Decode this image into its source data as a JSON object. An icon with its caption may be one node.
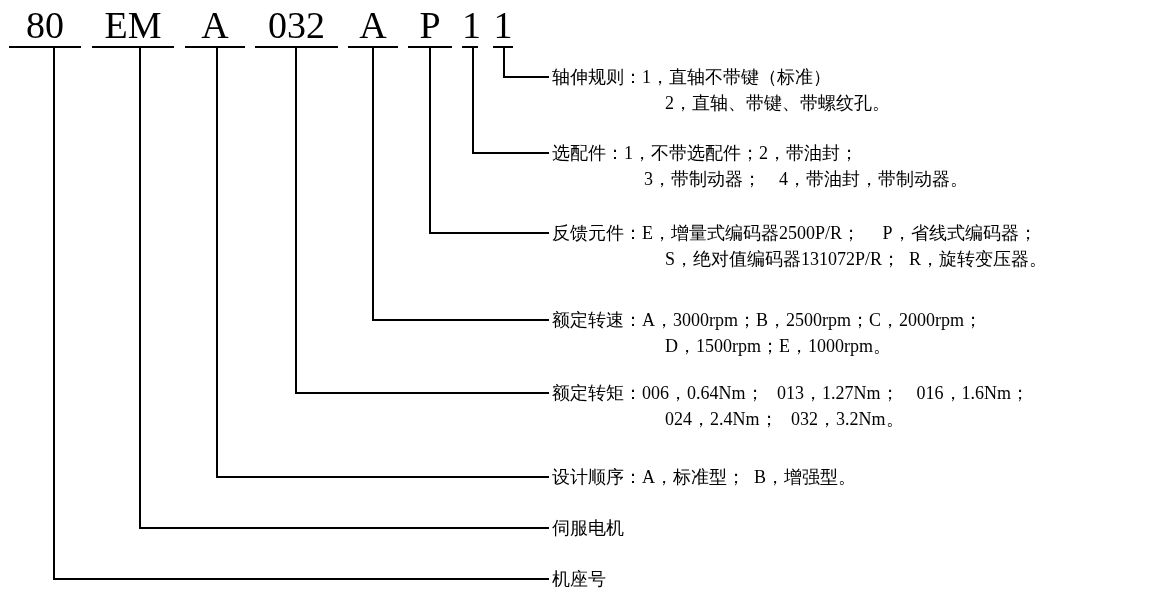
{
  "diagram": {
    "nodes": [
      {
        "text": [
          "80"
        ]
      },
      {
        "text": [
          "EM"
        ]
      },
      {
        "text": [
          "A"
        ]
      },
      {
        "text": [
          "032"
        ]
      },
      {
        "text": [
          "A"
        ]
      },
      {
        "text": [
          "P"
        ]
      },
      {
        "text": [
          "1"
        ]
      },
      {
        "text": [
          "1"
        ]
      },
      {
        "text": [
          "轴伸规则：1，直轴不带键（标准）",
          "2，直轴、带键、带螺纹孔。"
        ]
      },
      {
        "text": [
          "选配件：1，不带选配件；2，带油封；",
          "3，带制动器；    4，带油封，带制动器。"
        ]
      },
      {
        "text": [
          "反馈元件：E，增量式编码器2500P/R；     P，省线式编码器；",
          "S，绝对值编码器131072P/R；  R，旋转变压器。"
        ]
      },
      {
        "text": [
          "额定转速：A，3000rpm；B，2500rpm；C，2000rpm；",
          "D，1500rpm；E，1000rpm。"
        ]
      },
      {
        "text": [
          "额定转矩：006，0.64Nm；   013，1.27Nm；    016，1.6Nm；",
          "024，2.4Nm；   032，3.2Nm。"
        ]
      },
      {
        "text": [
          "设计顺序：A，标准型；  B，增强型。"
        ]
      },
      {
        "text": [
          "伺服电机"
        ]
      },
      {
        "text": [
          "机座号"
        ]
      }
    ],
    "edges": [
      {
        "from": 7,
        "to": 8,
        "arrow": "none"
      },
      {
        "from": 6,
        "to": 9,
        "arrow": "none"
      },
      {
        "from": 5,
        "to": 10,
        "arrow": "none"
      },
      {
        "from": 4,
        "to": 11,
        "arrow": "none"
      },
      {
        "from": 3,
        "to": 12,
        "arrow": "none"
      },
      {
        "from": 2,
        "to": 13,
        "arrow": "none"
      },
      {
        "from": 1,
        "to": 14,
        "arrow": "none"
      },
      {
        "from": 0,
        "to": 15,
        "arrow": "none"
      }
    ]
  }
}
